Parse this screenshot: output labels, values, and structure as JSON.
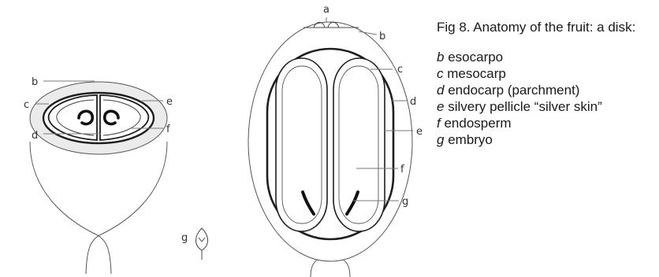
{
  "figure": {
    "labels": {
      "a": "a",
      "b": "b",
      "c": "c",
      "d": "d",
      "e": "e",
      "f": "f",
      "g": "g"
    }
  },
  "caption": {
    "title": "Fig 8. Anatomy of the fruit: a disk:",
    "legend": [
      {
        "letter": "b",
        "text": "esocarpo"
      },
      {
        "letter": "c",
        "text": "mesocarp"
      },
      {
        "letter": "d",
        "text": "endocarp (parchment)"
      },
      {
        "letter": "e",
        "text": "silvery pellicle “silver skin”"
      },
      {
        "letter": "f",
        "text": "endosperm"
      },
      {
        "letter": "g",
        "text": "embryo"
      }
    ]
  },
  "colors": {
    "line": "#1e1e1e",
    "pulp": "#eaeaea",
    "text": "#1a1a1a"
  }
}
